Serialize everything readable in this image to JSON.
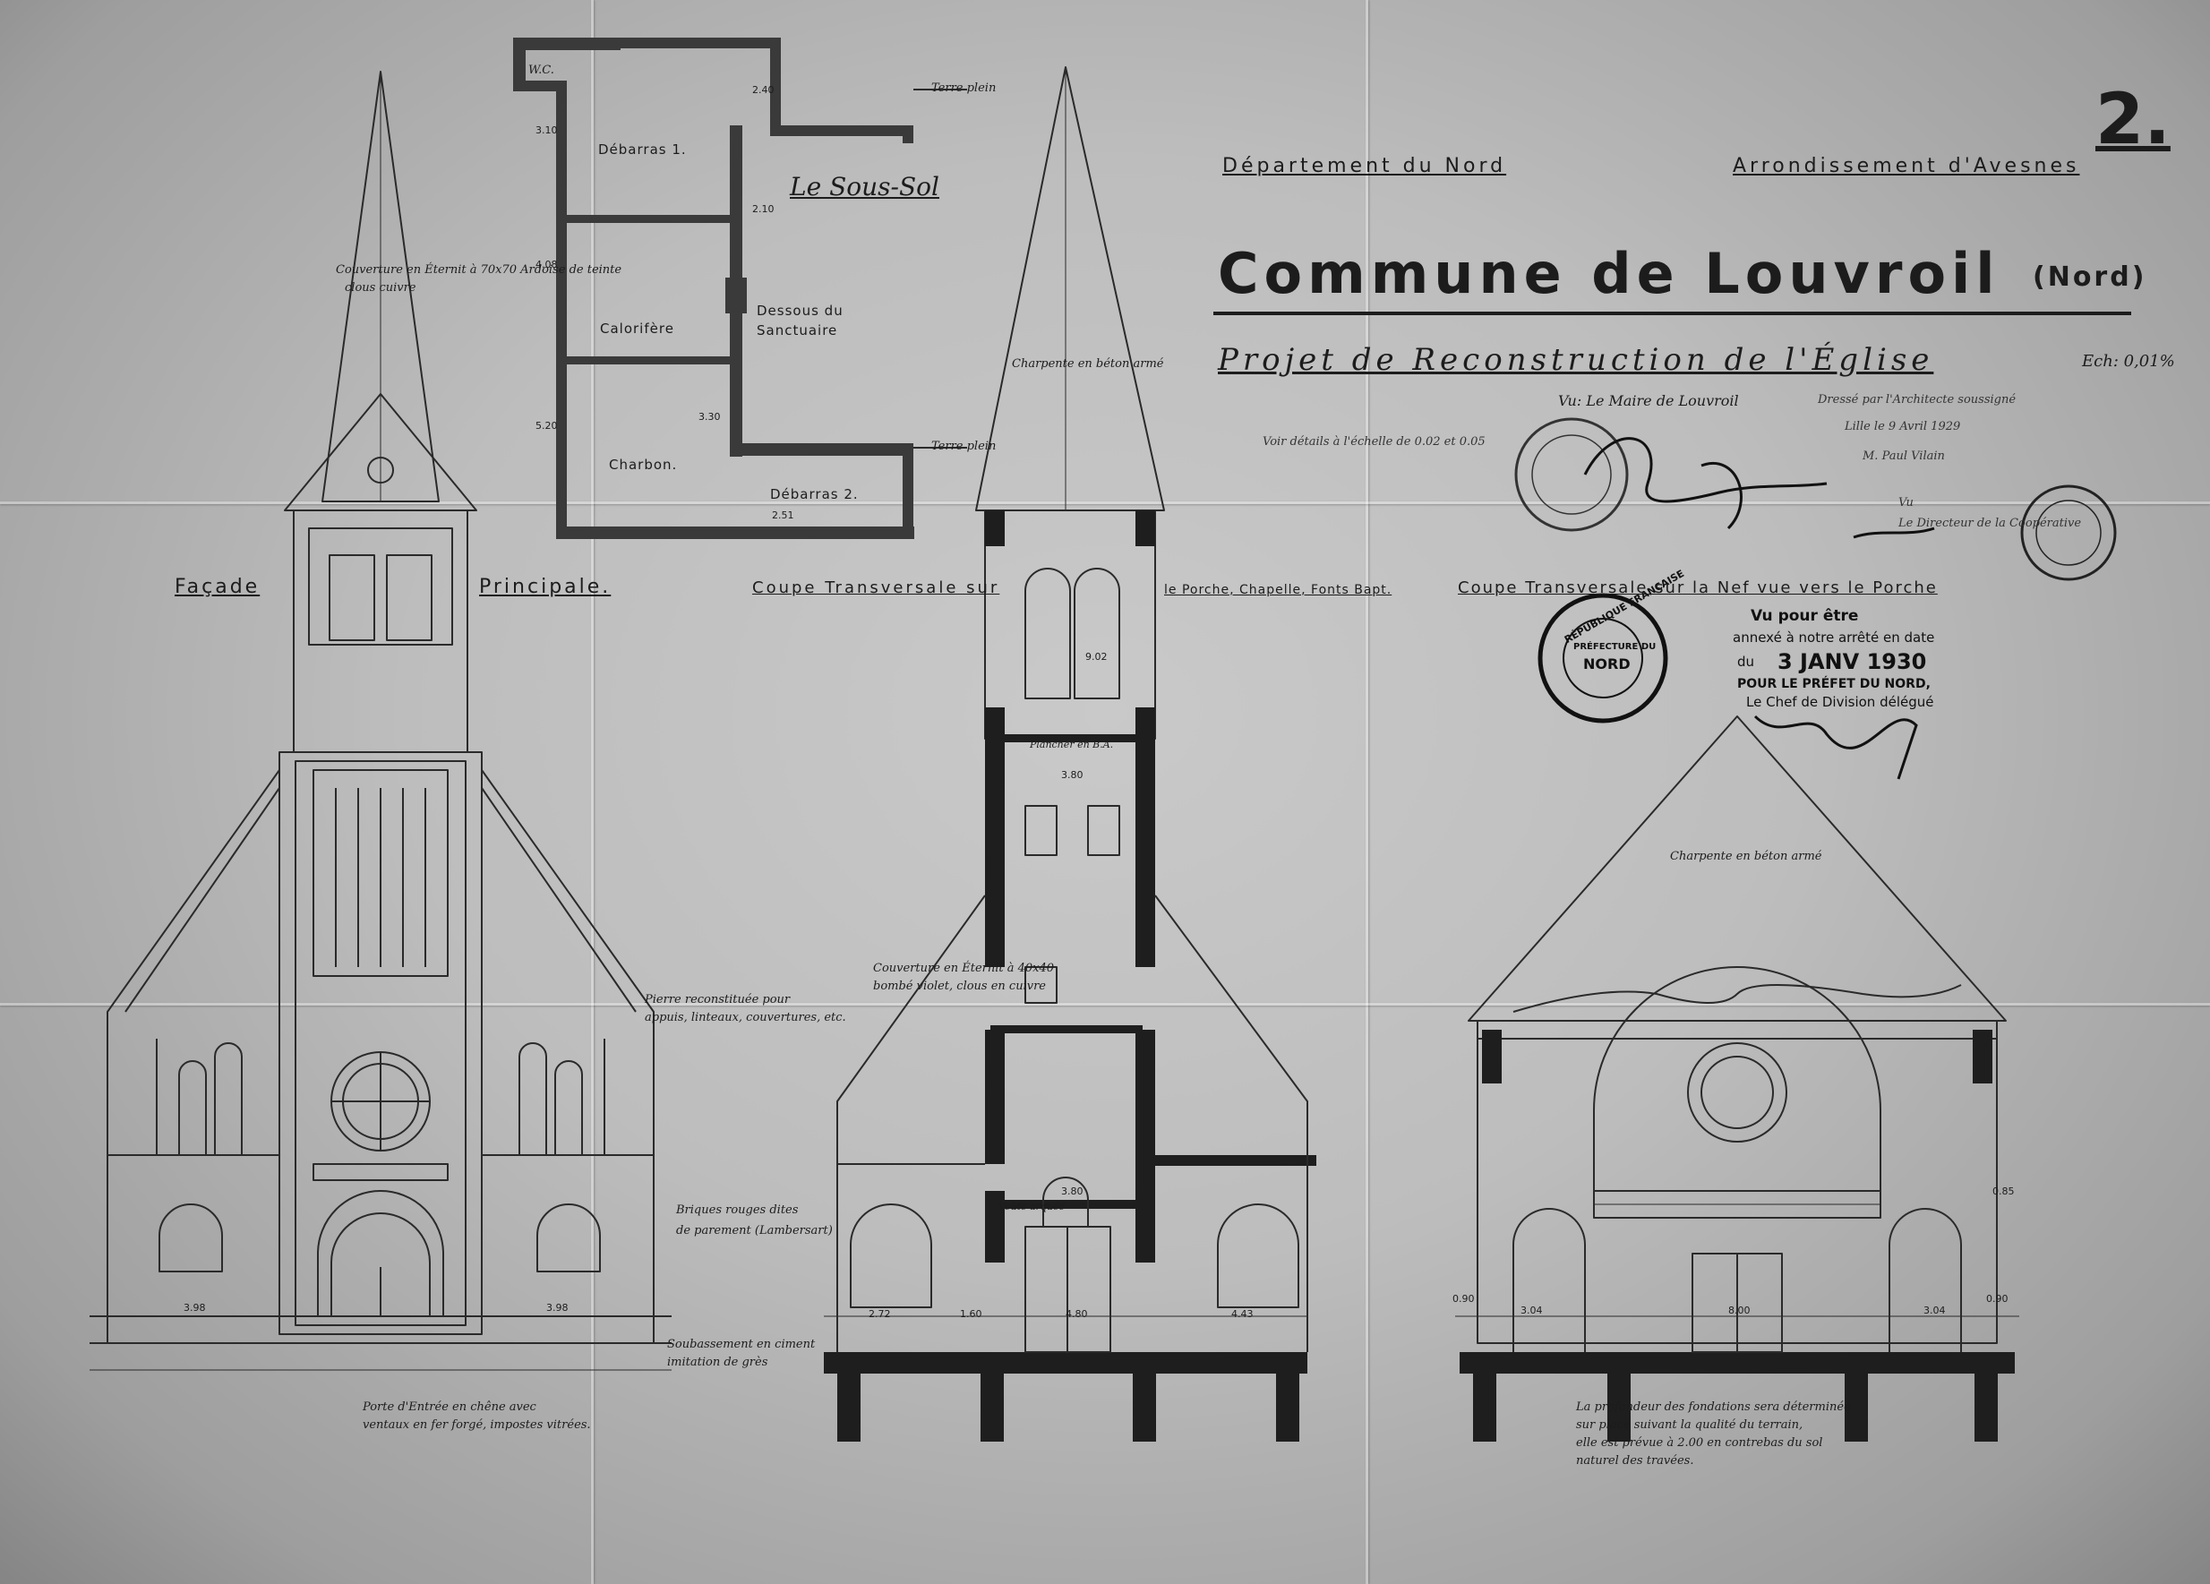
{
  "sheet_number": "2.",
  "header": {
    "department": "Département du Nord",
    "arrondissement": "Arrondissement d'Avesnes",
    "commune": "Commune de Louvroil",
    "commune_suffix": "(Nord)",
    "project": "Projet de Reconstruction de l'Église",
    "scale": "Ech: 0,01%",
    "details_note": "Voir détails à l'échelle de 0.02 et 0.05"
  },
  "approvals": {
    "mayor": "Vu: Le Maire de Louvroil",
    "architect_line1": "Dressé par l'Architecte soussigné",
    "architect_line2": "Lille le 9 Avril 1929",
    "architect_name": "M. Paul Vilain",
    "inspector_line1": "Vu",
    "inspector_line2": "Le Directeur de la Coopérative"
  },
  "prefecture_stamp": {
    "line1": "Vu pour être",
    "line2": "annexé à notre arrêté en date",
    "line3_prefix": "du",
    "date": "3 JANV 1930",
    "line4": "POUR LE PRÉFET DU NORD,",
    "line5": "Le Chef de Division délégué",
    "seal_outer": "RÉPUBLIQUE FRANÇAISE",
    "seal_inner_1": "PRÉFECTURE DU",
    "seal_inner_2": "NORD"
  },
  "basement_plan": {
    "title": "Le Sous-Sol",
    "rooms": {
      "wc": "W.C.",
      "debarras1": "Débarras 1.",
      "calorifere": "Calorifère",
      "dessous": "Dessous du",
      "sanctuaire": "Sanctuaire",
      "charbon": "Charbon.",
      "debarras2": "Débarras 2.",
      "terre_plein_1": "Terre plein",
      "terre_plein_2": "Terre plein"
    }
  },
  "views": {
    "facade_a": "Façade",
    "facade_b": "Principale.",
    "coupe1_a": "Coupe Transversale sur",
    "coupe1_b": "le Porche, Chapelle, Fonts Bapt.",
    "coupe2": "Coupe Transversale sur la Nef vue vers le Porche"
  },
  "notes": {
    "spire_roof": "Couverture en Éternit à 70x70 Ardoise de teinte",
    "spire_roof_2": "clous cuivre",
    "charpente": "Charpente en béton armé",
    "roof2": "Couverture en Éternit à 40x40",
    "roof2_b": "bombé violet, clous en cuivre",
    "charpente2": "Charpente en béton armé",
    "bricks": "Briques rouges dites",
    "bricks2": "de parement (Lambersart)",
    "soubassement": "Soubassement en ciment",
    "soubassement2": "imitation de grès",
    "porte": "Porte d'Entrée en chêne avec",
    "porte2": "ventaux en fer forgé, impostes vitrées.",
    "pierre": "Pierre reconstituée pour",
    "pierre2": "appuis, linteaux, couvertures, etc.",
    "fondation1": "La profondeur des fondations sera déterminée",
    "fondation2": "sur place suivant la qualité du terrain,",
    "fondation3": "elle est prévue à 2.00 en contrebas du sol",
    "fondation4": "naturel des travées.",
    "etage": "Plancher en B.A.",
    "voute": "Voûte arquée"
  },
  "dimensions": {
    "f1": "3.98",
    "f2": "3.98",
    "c1": "2.72",
    "c2": "1.60",
    "c3": "4.80",
    "c4": "4.43",
    "c5": "3.80",
    "c6": "3.80",
    "c7": "9.02",
    "n1": "3.04",
    "n2": "3.04",
    "n3": "8.00",
    "n4": "0.90",
    "n5": "0.90",
    "n6": "0.85",
    "p1": "3.10",
    "p2": "4.08",
    "p3": "5.20",
    "p4": "2.40",
    "p5": "2.10",
    "p6": "3.30",
    "p7": "2.51"
  }
}
